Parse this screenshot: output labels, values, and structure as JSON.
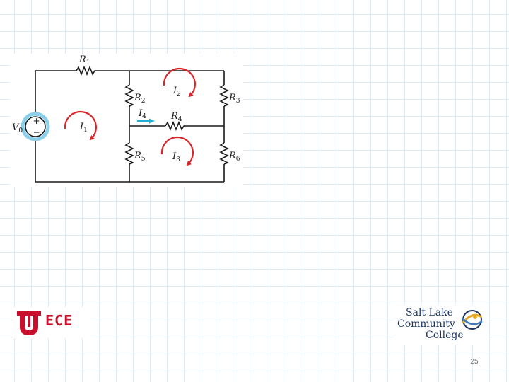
{
  "circuit": {
    "source_label": "V",
    "source_sub": "0",
    "plus_sign": "+",
    "minus_sign": "−",
    "resistors": [
      {
        "name": "R",
        "sub": "1"
      },
      {
        "name": "R",
        "sub": "2"
      },
      {
        "name": "R",
        "sub": "3"
      },
      {
        "name": "R",
        "sub": "4"
      },
      {
        "name": "R",
        "sub": "5"
      },
      {
        "name": "R",
        "sub": "6"
      }
    ],
    "loop_currents": [
      {
        "name": "I",
        "sub": "1"
      },
      {
        "name": "I",
        "sub": "2"
      },
      {
        "name": "I",
        "sub": "3"
      }
    ],
    "branch_current": {
      "name": "I",
      "sub": "4"
    },
    "colors": {
      "loop_arrow": "#d8262a",
      "branch_arrow": "#1fb0d8",
      "source_ring": "#2aa9d8"
    }
  },
  "logos": {
    "ece": {
      "text": "ECE",
      "color": "#c8102e",
      "icon": "university-of-utah-u-icon"
    },
    "slcc": {
      "line1": "Salt Lake",
      "line2": "Community",
      "line3": "College",
      "icon": "slcc-emblem-icon"
    }
  },
  "page_number": "25"
}
